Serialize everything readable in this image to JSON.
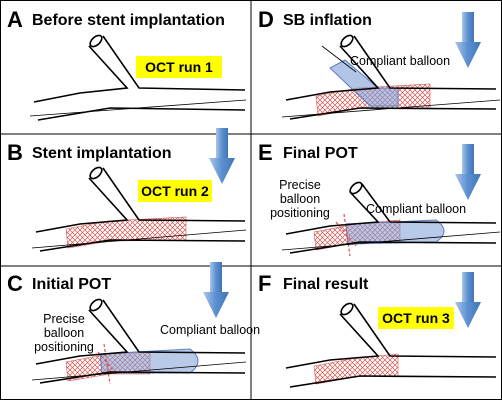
{
  "panels": [
    {
      "id": "A",
      "letter": "A",
      "title": "Before stent implantation",
      "badge": "OCT run 1",
      "balloon_label": "",
      "positioning_label": []
    },
    {
      "id": "B",
      "letter": "B",
      "title": "Stent implantation",
      "badge": "OCT run 2",
      "balloon_label": "",
      "positioning_label": []
    },
    {
      "id": "C",
      "letter": "C",
      "title": "Initial POT",
      "badge": "",
      "balloon_label": "Compliant balloon",
      "positioning_label": [
        "Precise",
        "balloon",
        "positioning"
      ]
    },
    {
      "id": "D",
      "letter": "D",
      "title": "SB inflation",
      "badge": "",
      "balloon_label": "Compliant balloon",
      "positioning_label": []
    },
    {
      "id": "E",
      "letter": "E",
      "title": "Final POT",
      "badge": "",
      "balloon_label": "Compliant balloon",
      "positioning_label": [
        "Precise",
        "balloon",
        "positioning"
      ]
    },
    {
      "id": "F",
      "letter": "F",
      "title": "Final result",
      "badge": "OCT run 3",
      "balloon_label": "",
      "positioning_label": []
    }
  ],
  "colors": {
    "badge_fill": "#ffff00",
    "arrow_blue": "#5b8fcf",
    "stent_red": "#d9534f",
    "balloon_blue": "#7f9fd6",
    "vessel_stroke": "#000000"
  }
}
